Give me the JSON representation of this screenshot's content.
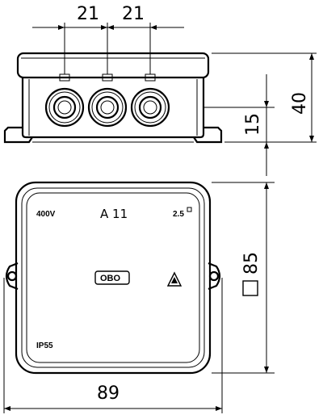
{
  "dimensions": {
    "top_left": "21",
    "top_right": "21",
    "height_total": "40",
    "height_lower": "15",
    "square_side": "85",
    "width_bottom": "89"
  },
  "lid": {
    "voltage": "400V",
    "model": "A 11",
    "cross_section": "2.5",
    "protection": "IP55",
    "brand": "OBO"
  },
  "icons": {
    "square_symbol": "square-icon",
    "certification_mark": "vde-mark-icon",
    "square_superscript": "square-superscript-icon"
  }
}
